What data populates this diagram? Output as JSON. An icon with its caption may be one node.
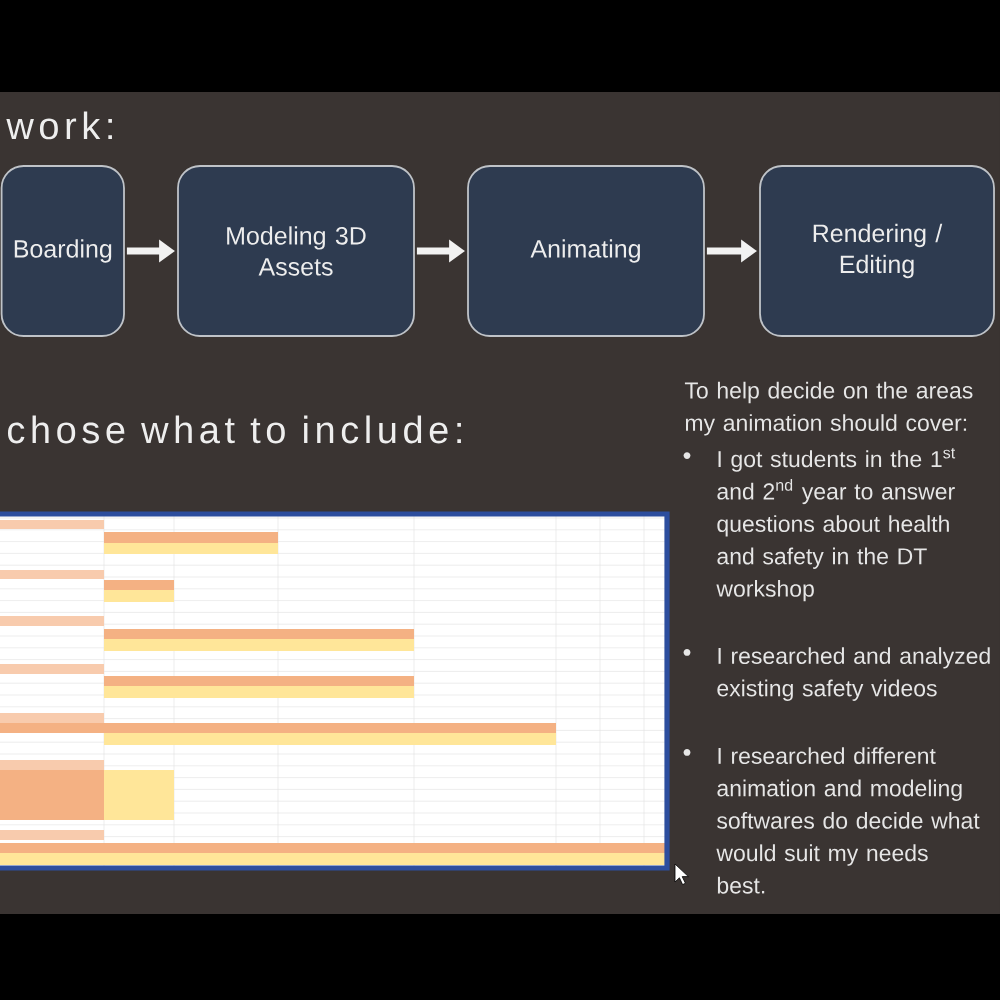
{
  "diagram": {
    "title": "work:",
    "nodes": [
      {
        "text": [
          "Boarding"
        ]
      },
      {
        "text": [
          "Modeling 3D Assets"
        ]
      },
      {
        "text": [
          "Animating"
        ]
      },
      {
        "text": [
          "Rendering / Editing"
        ]
      }
    ],
    "edges": [
      {
        "from": 0,
        "to": 1,
        "arrow": "to"
      },
      {
        "from": 1,
        "to": 2,
        "arrow": "to"
      },
      {
        "from": 2,
        "to": 3,
        "arrow": "to"
      }
    ],
    "labels": [
      "chose what to include:",
      "To help decide on the areas my animation should cover:",
      "I got students in the 1$^{st}$ and 2$^{nd}$ year to answer questions about health and safety in the DT workshop",
      "I researched and analyzed existing safety videos",
      "I researched different animation and modeling softwares do decide what would suit my needs best."
    ]
  }
}
